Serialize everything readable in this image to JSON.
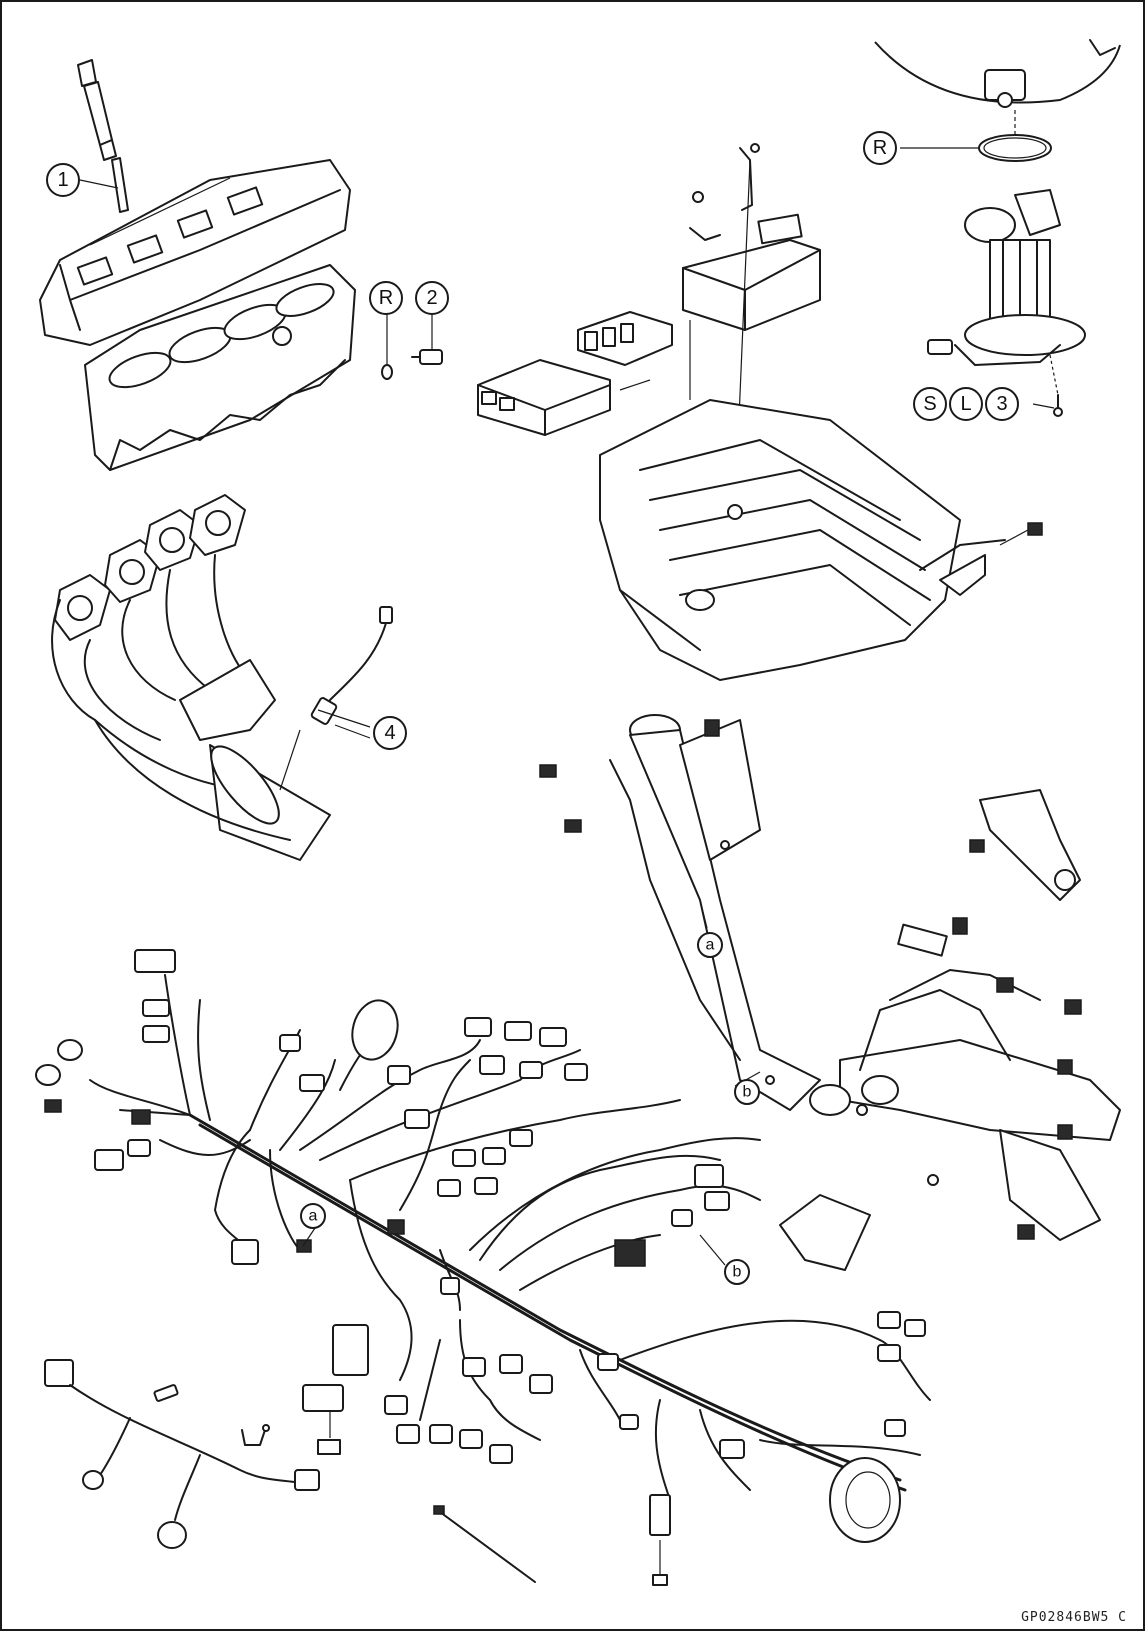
{
  "callouts": {
    "c1": "1",
    "c2": "2",
    "c3": "3",
    "c4": "4",
    "cR1": "R",
    "cR2": "R",
    "cS": "S",
    "cL": "L",
    "ca1": "a",
    "ca2": "a",
    "cb1": "b",
    "cb2": "b"
  },
  "reference_code": "GP02846BW5 C"
}
